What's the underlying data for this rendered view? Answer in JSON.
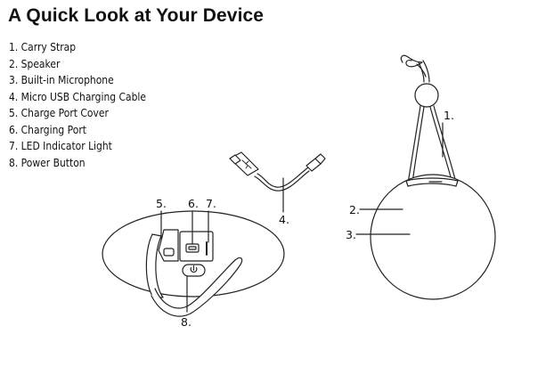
{
  "title": "A Quick Look at Your Device",
  "parts": [
    "1. Carry Strap",
    "2. Speaker",
    "3. Built-in Microphone",
    "4. Micro USB Charging Cable",
    "5. Charge Port Cover",
    "6. Charging Port",
    "7. LED Indicator Light",
    "8. Power Button"
  ],
  "callouts": {
    "carry_strap": "1.",
    "speaker": "2.",
    "microphone": "3.",
    "cable": "4.",
    "port_cover": "5.",
    "charging_port": "6.",
    "led": "7.",
    "power_button": "8."
  },
  "icons": {
    "power": "power-symbol",
    "usb": "usb-trident-symbol"
  }
}
